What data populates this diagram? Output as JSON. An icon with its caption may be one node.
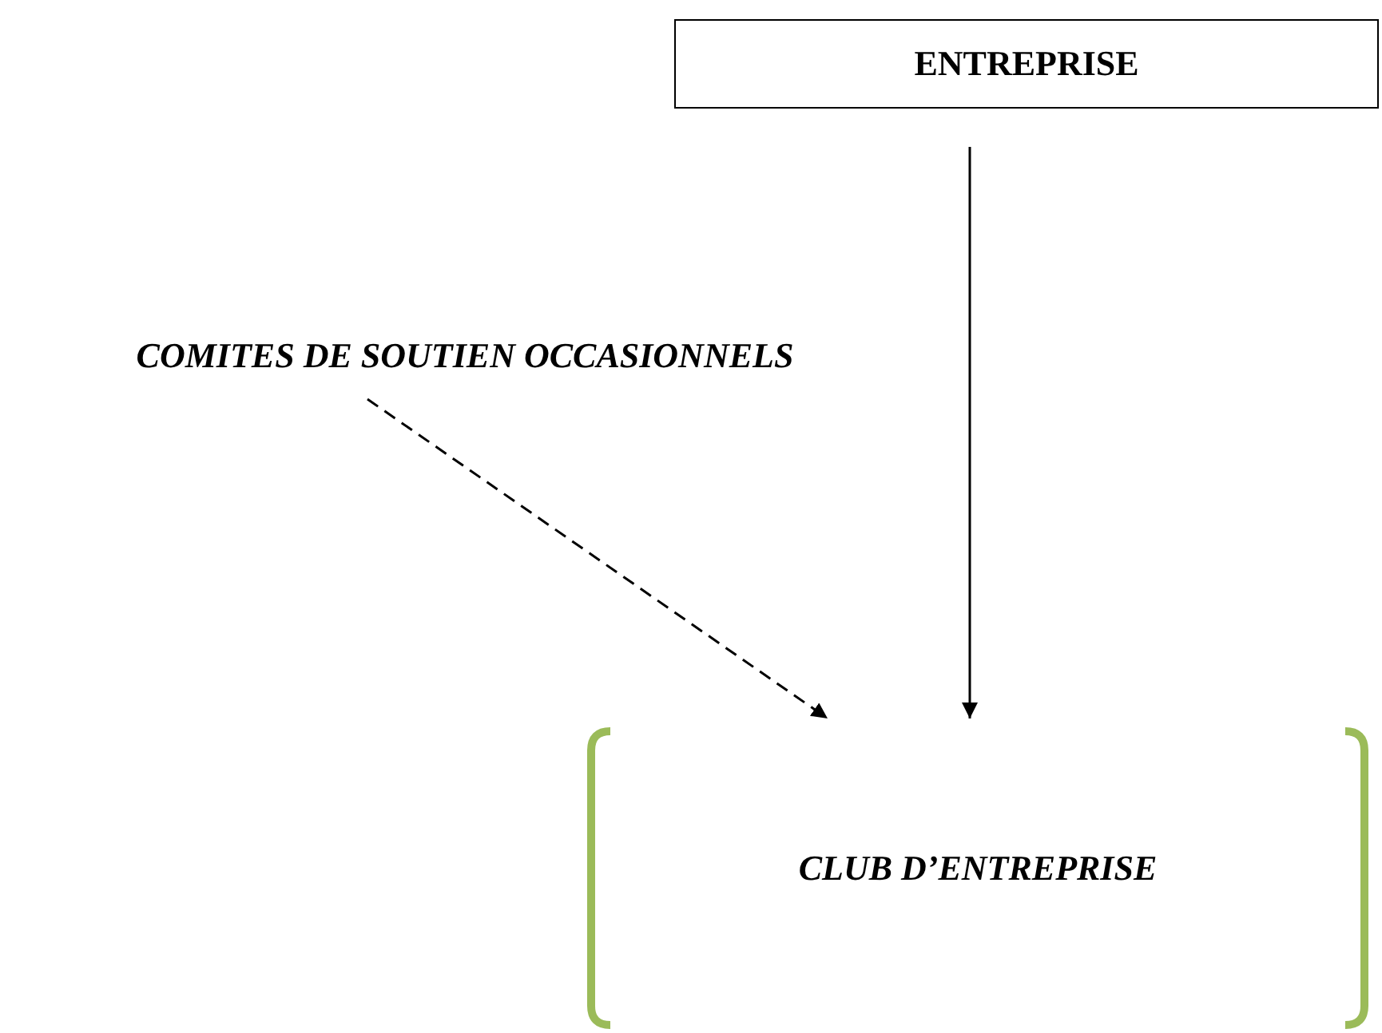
{
  "diagram": {
    "nodes": [
      {
        "text": [
          "ENTREPRISE"
        ]
      },
      {
        "text": [
          "COMITES DE SOUTIEN OCCASIONNELS"
        ]
      },
      {
        "text": [
          "CLUB D’ENTREPRISE"
        ]
      }
    ],
    "edges": [
      {
        "from": 0,
        "to": 2,
        "arrow": "to"
      },
      {
        "from": 1,
        "to": 2,
        "arrow": "to",
        "style": "dashed"
      }
    ]
  }
}
